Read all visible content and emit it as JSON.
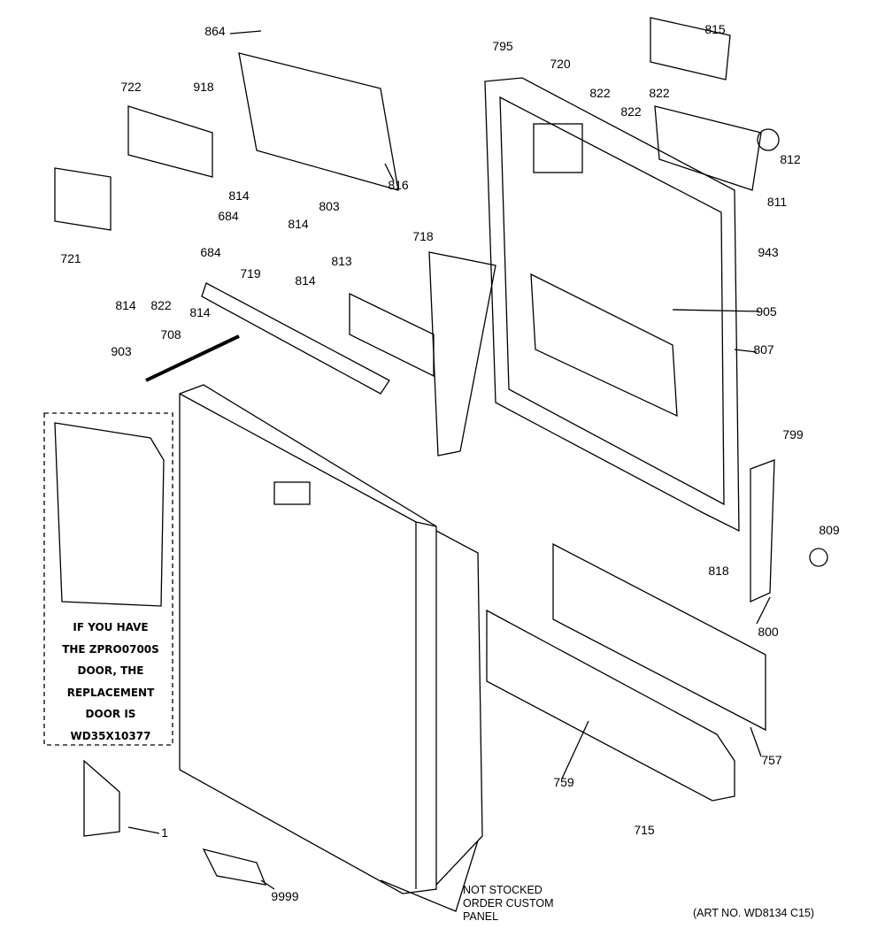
{
  "diagram": {
    "part_labels": [
      "864",
      "722",
      "918",
      "795",
      "720",
      "815",
      "822",
      "822",
      "822",
      "812",
      "811",
      "816",
      "814",
      "803",
      "814",
      "684",
      "684",
      "721",
      "814",
      "822",
      "719",
      "813",
      "814",
      "718",
      "943",
      "905",
      "807",
      "814",
      "708",
      "903",
      "799",
      "809",
      "818",
      "800",
      "757",
      "759",
      "715",
      "1",
      "9999"
    ],
    "door_note": [
      "IF YOU HAVE",
      "THE ZPRO0700S",
      "DOOR, THE",
      "REPLACEMENT",
      "DOOR IS",
      "WD35X10377"
    ],
    "not_stocked_note": [
      "NOT STOCKED",
      "ORDER CUSTOM",
      "PANEL"
    ],
    "art_number": "(ART NO. WD8134 C15)"
  }
}
